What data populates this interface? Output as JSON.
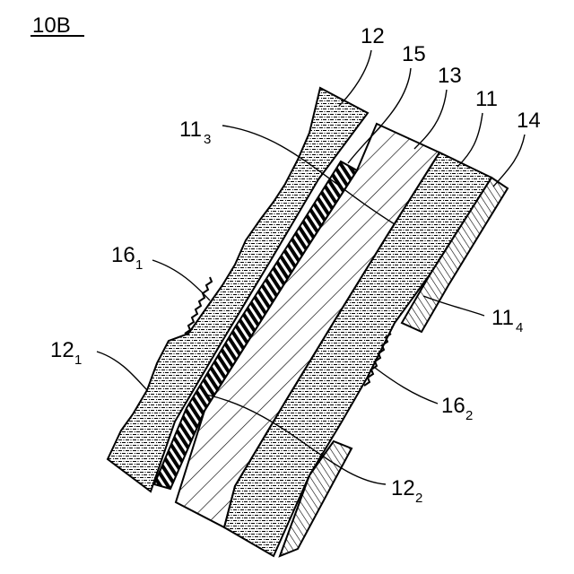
{
  "figure": {
    "id_label": "10B",
    "labels": {
      "l12": {
        "main": "12",
        "sub": ""
      },
      "l15": {
        "main": "15",
        "sub": ""
      },
      "l13": {
        "main": "13",
        "sub": ""
      },
      "l11": {
        "main": "11",
        "sub": ""
      },
      "l14": {
        "main": "14",
        "sub": ""
      },
      "l11_3": {
        "main": "11",
        "sub": "3"
      },
      "l16_1": {
        "main": "16",
        "sub": "1"
      },
      "l11_4": {
        "main": "11",
        "sub": "4"
      },
      "l12_1": {
        "main": "12",
        "sub": "1"
      },
      "l16_2": {
        "main": "16",
        "sub": "2"
      },
      "l12_2": {
        "main": "12",
        "sub": "2"
      }
    }
  }
}
